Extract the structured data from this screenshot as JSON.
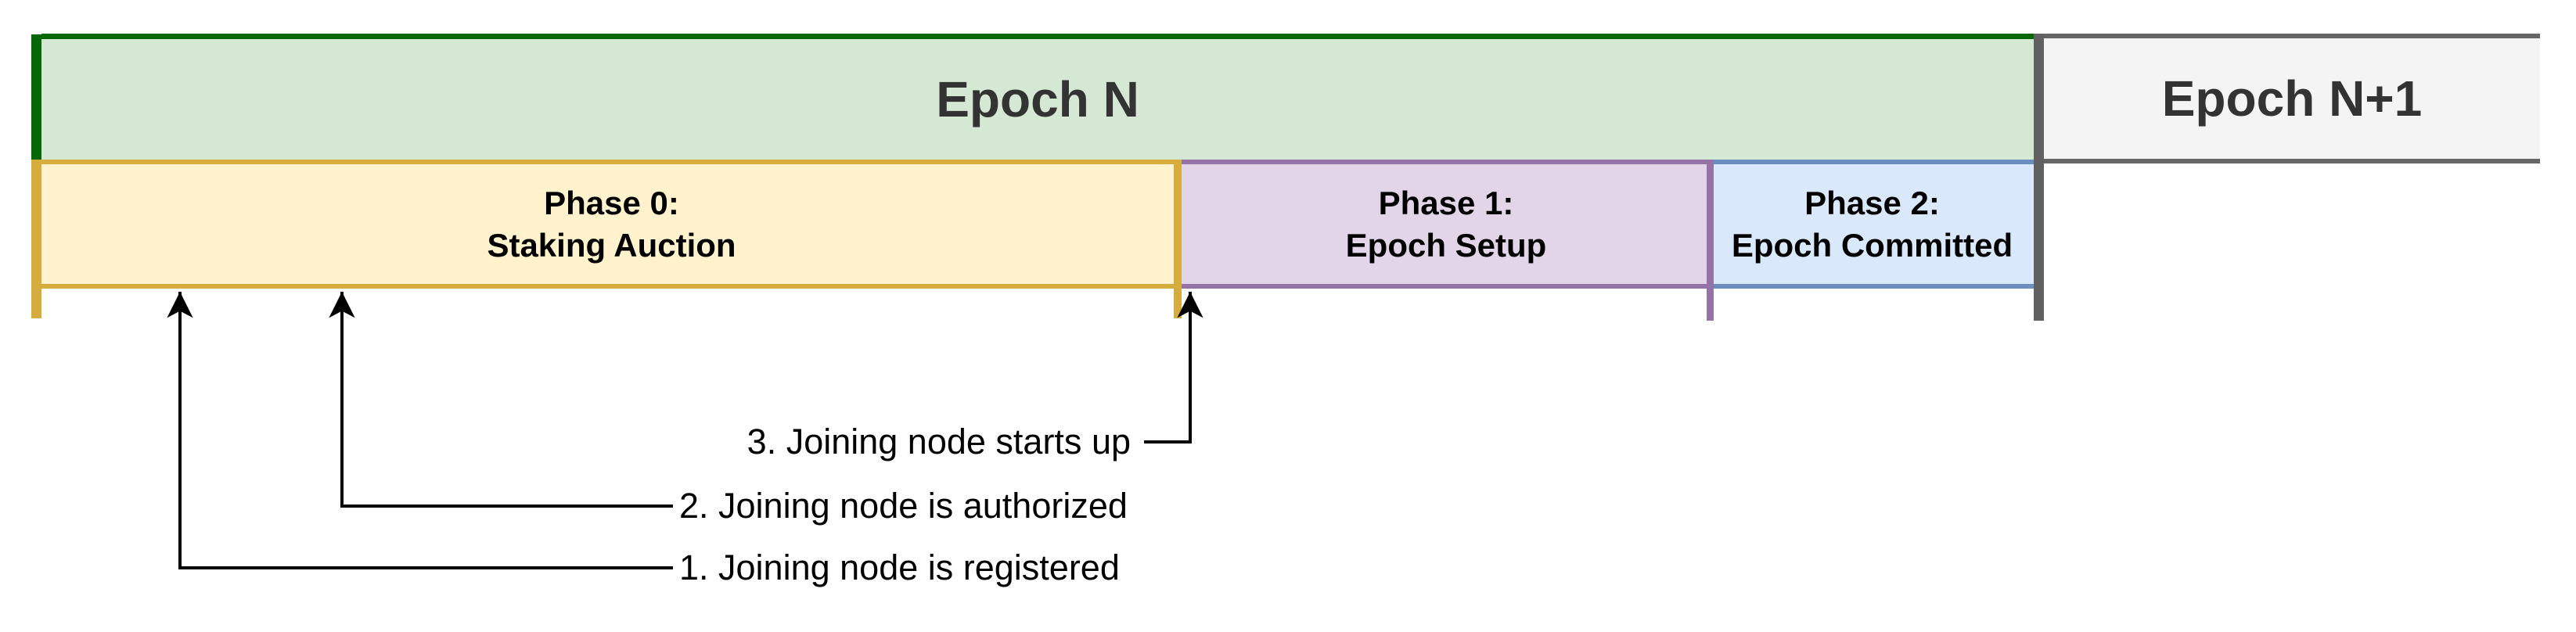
{
  "diagram": {
    "epochs": [
      {
        "label": "Epoch N",
        "fill": "#d5e8d4",
        "border": "#076807",
        "text_color": "#333333"
      },
      {
        "label": "Epoch N+1",
        "fill": "#f4f4f4",
        "border": "#666666",
        "text_color": "#333333"
      }
    ],
    "phases": [
      {
        "title": "Phase 0:",
        "subtitle": "Staking Auction",
        "fill": "#fff2cc",
        "border": "#d6ac3c"
      },
      {
        "title": "Phase 1:",
        "subtitle": "Epoch Setup",
        "fill": "#e1d5e7",
        "border": "#9673a6"
      },
      {
        "title": "Phase 2:",
        "subtitle": "Epoch Committed",
        "fill": "#dae8fc",
        "border": "#6c8ebf"
      }
    ],
    "annotations": [
      {
        "label": "1. Joining node is registered"
      },
      {
        "label": "2. Joining node is authorized"
      },
      {
        "label": "3. Joining node starts up"
      }
    ],
    "epoch_boundary_bar_color": "#616161",
    "arrow_color": "#000000"
  }
}
